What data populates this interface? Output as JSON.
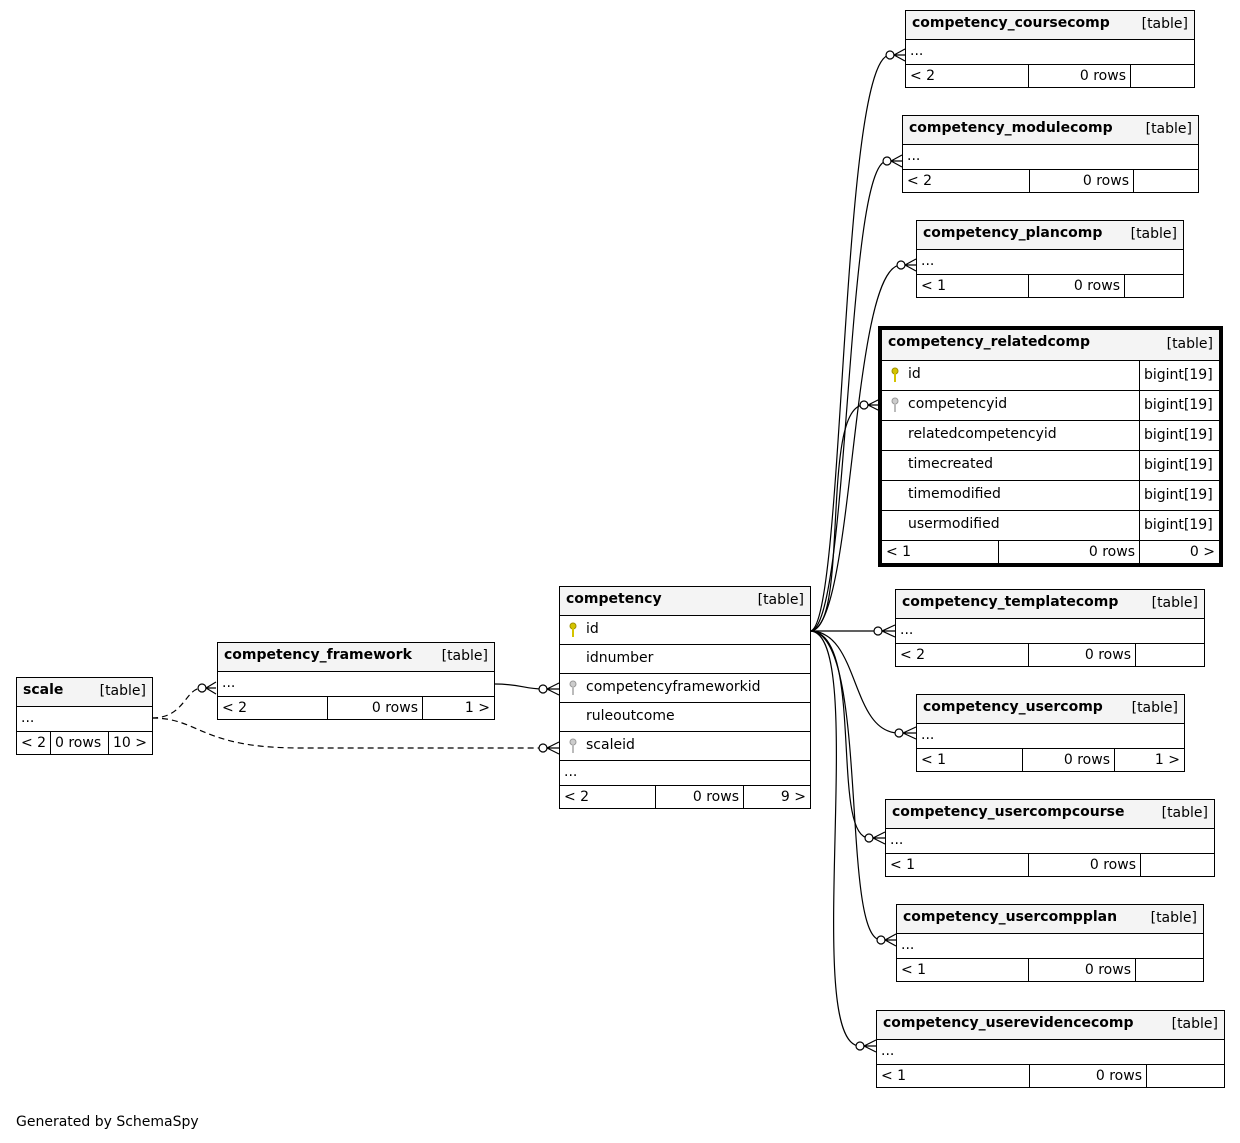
{
  "diagram": {
    "caption": "Generated by SchemaSpy",
    "tables": {
      "scale": {
        "name": "scale",
        "kind": "[table]",
        "ellipsis": "...",
        "foot": [
          "< 2",
          "0 rows",
          "10 >"
        ]
      },
      "framework": {
        "name": "competency_framework",
        "kind": "[table]",
        "ellipsis": "...",
        "foot": [
          "< 2",
          "0 rows",
          "1 >"
        ]
      },
      "competency": {
        "name": "competency",
        "kind": "[table]",
        "ellipsis": "...",
        "columns": [
          "id",
          "idnumber",
          "competencyframeworkid",
          "ruleoutcome",
          "scaleid"
        ],
        "foot": [
          "< 2",
          "0 rows",
          "9 >"
        ]
      },
      "coursecomp": {
        "name": "competency_coursecomp",
        "kind": "[table]",
        "ellipsis": "...",
        "foot": [
          "< 2",
          "0 rows",
          ""
        ]
      },
      "modulecomp": {
        "name": "competency_modulecomp",
        "kind": "[table]",
        "ellipsis": "...",
        "foot": [
          "< 2",
          "0 rows",
          ""
        ]
      },
      "plancomp": {
        "name": "competency_plancomp",
        "kind": "[table]",
        "ellipsis": "...",
        "foot": [
          "< 1",
          "0 rows",
          ""
        ]
      },
      "relatedcomp": {
        "name": "competency_relatedcomp",
        "kind": "[table]",
        "columns": [
          "id",
          "competencyid",
          "relatedcompetencyid",
          "timecreated",
          "timemodified",
          "usermodified"
        ],
        "types": [
          "bigint[19]",
          "bigint[19]",
          "bigint[19]",
          "bigint[19]",
          "bigint[19]",
          "bigint[19]"
        ],
        "foot": [
          "< 1",
          "0 rows",
          "0 >"
        ]
      },
      "templatecomp": {
        "name": "competency_templatecomp",
        "kind": "[table]",
        "ellipsis": "...",
        "foot": [
          "< 2",
          "0 rows",
          ""
        ]
      },
      "usercomp": {
        "name": "competency_usercomp",
        "kind": "[table]",
        "ellipsis": "...",
        "foot": [
          "< 1",
          "0 rows",
          "1 >"
        ]
      },
      "usercompcourse": {
        "name": "competency_usercompcourse",
        "kind": "[table]",
        "ellipsis": "...",
        "foot": [
          "< 1",
          "0 rows",
          ""
        ]
      },
      "usercompplan": {
        "name": "competency_usercompplan",
        "kind": "[table]",
        "ellipsis": "...",
        "foot": [
          "< 1",
          "0 rows",
          ""
        ]
      },
      "userevidencecomp": {
        "name": "competency_userevidencecomp",
        "kind": "[table]",
        "ellipsis": "...",
        "foot": [
          "< 1",
          "0 rows",
          ""
        ]
      }
    },
    "colors": {
      "primary_key": "#d4c400",
      "foreign_key": "#aaaaaa",
      "line": "#000000",
      "header_bg": "#f4f4f4"
    }
  }
}
